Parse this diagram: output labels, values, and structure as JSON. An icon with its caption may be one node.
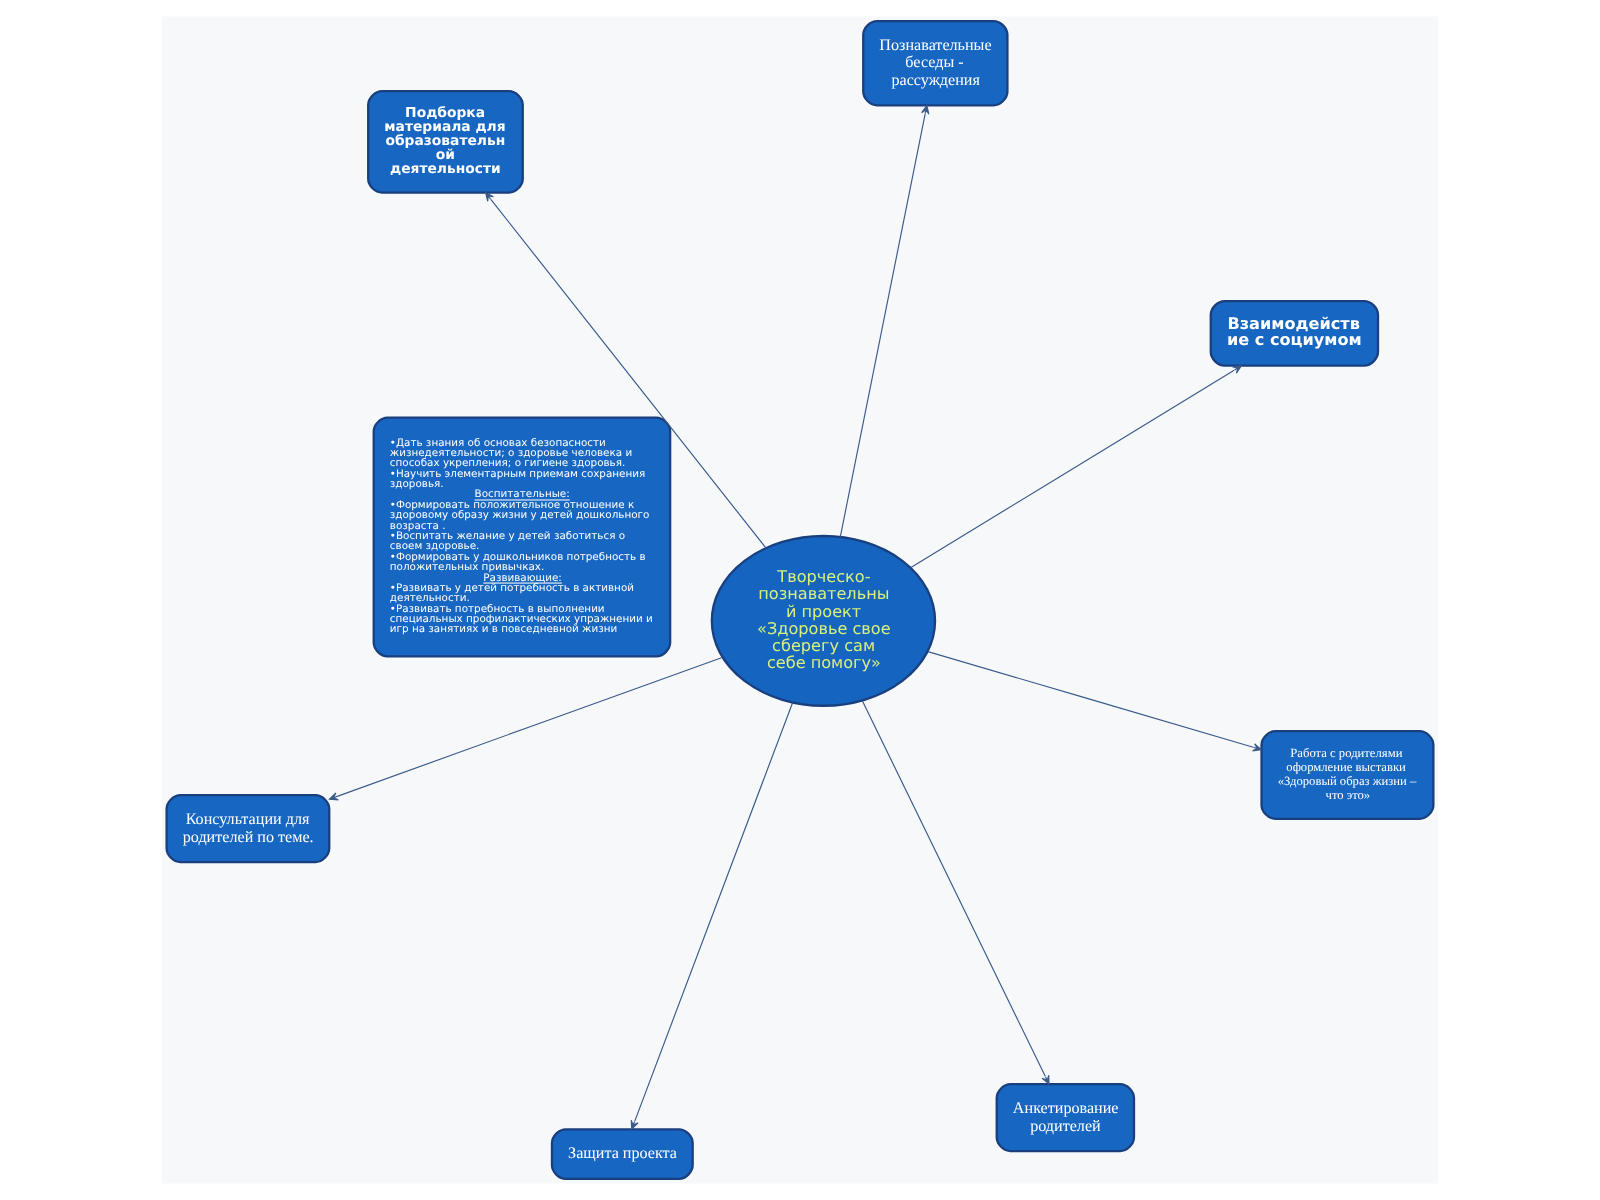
{
  "diagram": {
    "nodes": [
      {
        "text": [
          "•Дать знания об основах безопасности жизнедеятельности; о здоровье человека и способах укрепления; о гигиене здоровья.",
          "•Научить элементарным приемам сохранения здоровья.",
          "Воспитательные:",
          "•Формировать положительное отношение к здоровому образу жизни у детей дошкольного возраста .",
          "•Воспитать желание у детей заботиться о своем здоровье.",
          "•Формировать у дошкольников потребность в положительных привычках.",
          "Развивающие:",
          "•Развивать у детей потребность в активной деятельности.",
          "•Развивать потребность в выполнении специальных профилактических упражнении и игр на занятиях и в повседневной жизни"
        ]
      },
      {
        "text": [
          "Взаимодейств ие с социумом"
        ]
      },
      {
        "text": [
          "Анкетирование родителей"
        ]
      },
      {
        "text": [
          "Познавательные беседы - рассуждения"
        ]
      },
      {
        "text": [
          "Творческо- познавательны й проект «Здоровье свое сберегу сам себе помогу»"
        ]
      },
      {
        "text": [
          "Подборка материала для образовательн ой деятельности"
        ]
      },
      {
        "text": [
          "Консультации для родителей по теме."
        ]
      },
      {
        "text": [
          "Работа с родителями оформление выставки «Здоровый образ жизни – что это»"
        ]
      },
      {
        "text": [
          "Защита проекта"
        ]
      }
    ],
    "edges": [
      {
        "from": 4,
        "to": 1,
        "arrow": "to"
      },
      {
        "from": 4,
        "to": 2,
        "arrow": "to"
      },
      {
        "from": 4,
        "to": 3,
        "arrow": "to"
      },
      {
        "from": 4,
        "to": 5,
        "arrow": "to"
      },
      {
        "from": 4,
        "to": 6,
        "arrow": "to"
      },
      {
        "from": 4,
        "to": 7,
        "arrow": "to"
      },
      {
        "from": 4,
        "to": 8,
        "arrow": "to"
      }
    ]
  }
}
